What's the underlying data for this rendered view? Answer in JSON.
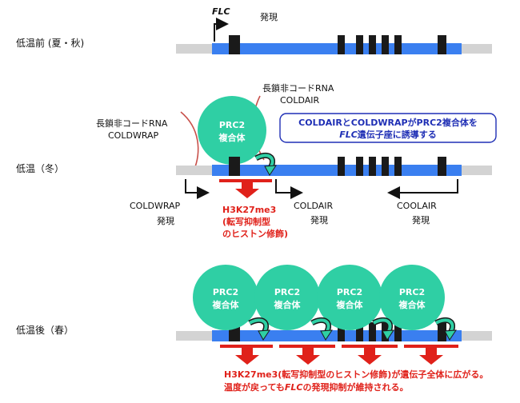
{
  "stages": {
    "before": "低温前 (夏・秋)",
    "during": "低温（冬）",
    "after": "低温後（春）"
  },
  "gene": {
    "name": "FLC",
    "expression": "発現"
  },
  "lncrna": {
    "coldair_title_line1": "長鎖非コードRNA",
    "coldair_title_line2": "COLDAIR",
    "coldwrap_title_line1": "長鎖非コードRNA",
    "coldwrap_title_line2": "COLDWRAP",
    "coldwrap": "COLDWRAP",
    "coldair": "COLDAIR",
    "coolair": "COOLAIR",
    "coldwrap_expr": "発現",
    "coldair_expr": "発現",
    "coolair_expr": "発現"
  },
  "prc2": {
    "line1": "PRC2",
    "line2": "複合体"
  },
  "callout": {
    "line1": "COLDAIRとCOLDWRAPがPRC2複合体を",
    "line2_gene": "FLC",
    "line2_rest": "遺伝子座に誘導する"
  },
  "mark": {
    "line1": "H3K27me3",
    "line2": "(転写抑制型",
    "line3": "のヒストン修飾)"
  },
  "spring_note": {
    "line1": "H3K27me3(転写抑制型のヒストン修飾)が遺伝子全体に広がる。",
    "line2_pre": "温度が戻っても",
    "line2_gene": "FLC",
    "line2_post": "の発現抑制が維持される。"
  },
  "colors": {
    "gene_body": "#3a7ff0",
    "flank": "#d3d3d3",
    "exon": "#1a1a1a",
    "prc2": "#2fcfa4",
    "mark_red": "#e0211a",
    "callout_blue": "#1f2fb5",
    "arrow_green": "#2fcfa4"
  }
}
